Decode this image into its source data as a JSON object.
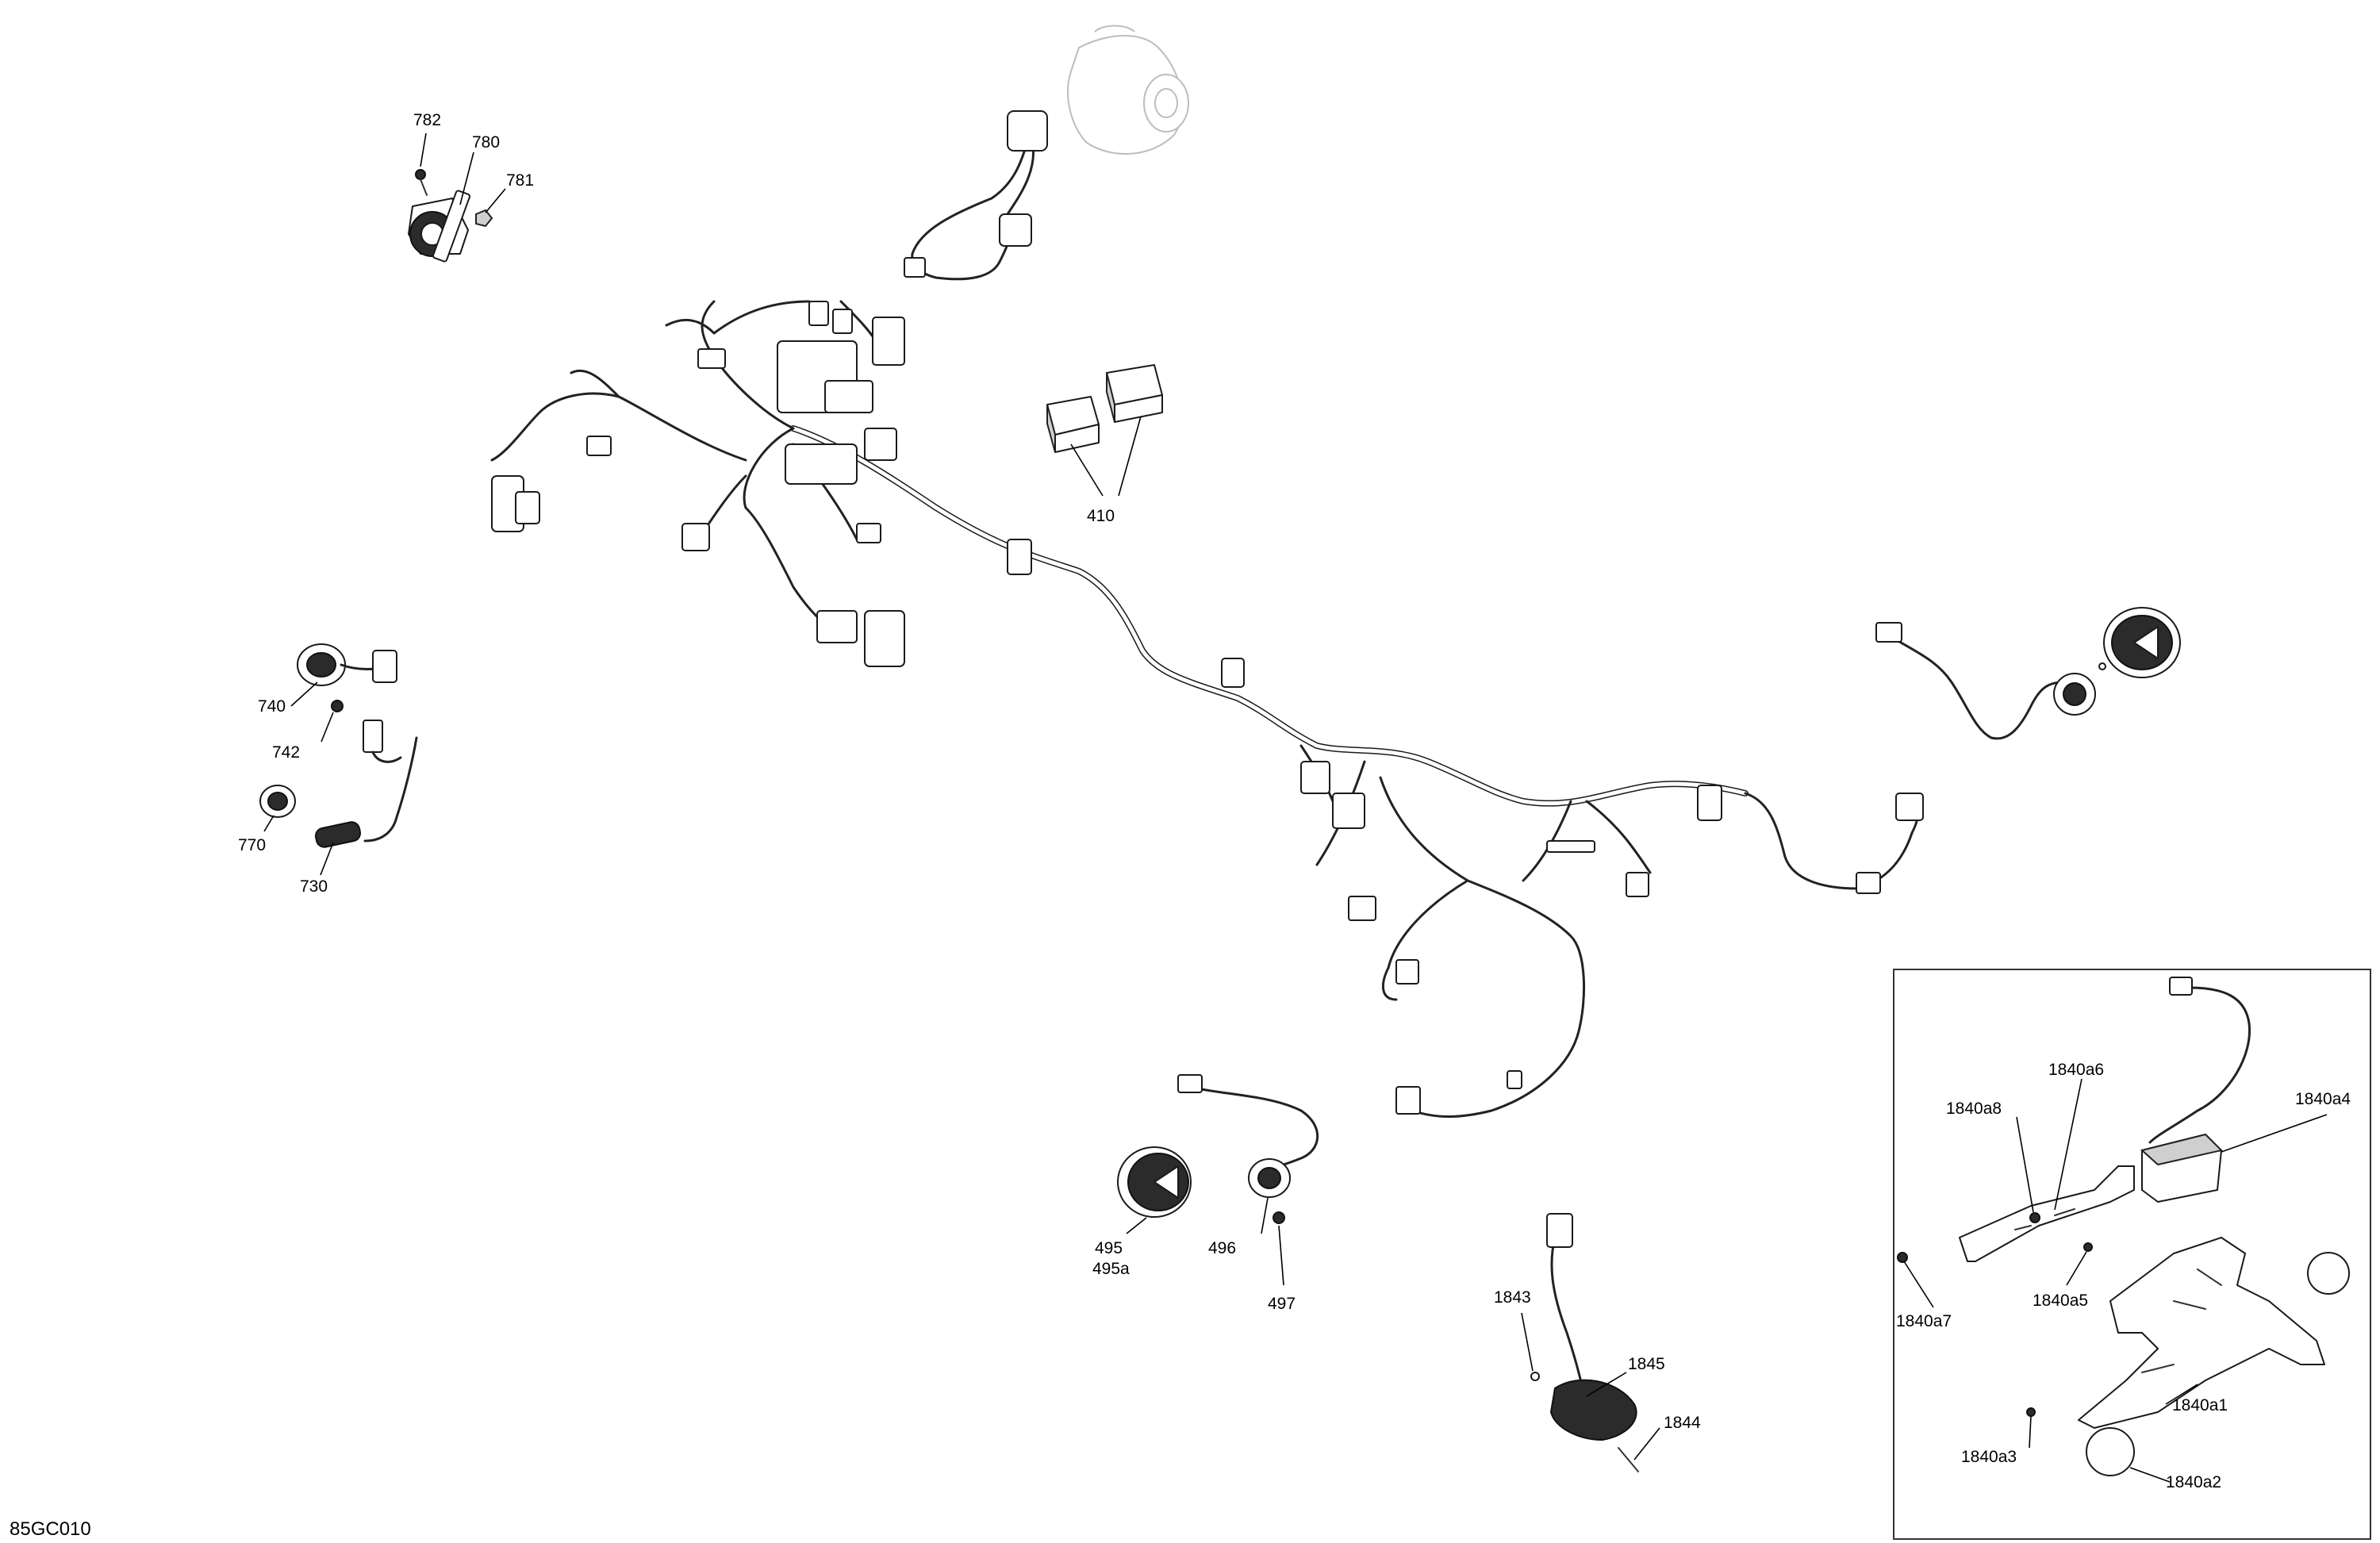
{
  "diagram_code": "85GC010",
  "callouts": {
    "c782": "782",
    "c780": "780",
    "c781": "781",
    "c410": "410",
    "c740": "740",
    "c742": "742",
    "c770": "770",
    "c730": "730",
    "c495": "495",
    "c495a": "495a",
    "c496": "496",
    "c497": "497",
    "c1843": "1843",
    "c1845": "1845",
    "c1844": "1844",
    "c1840a6": "1840a6",
    "c1840a8": "1840a8",
    "c1840a4": "1840a4",
    "c1840a7": "1840a7",
    "c1840a5": "1840a5",
    "c1840a1": "1840a1",
    "c1840a3": "1840a3",
    "c1840a2": "1840a2"
  },
  "icons": {
    "horn": "horn-icon",
    "fuse": "fuse-icon",
    "light": "light-icon",
    "connector": "connector-icon",
    "sensor": "sensor-icon",
    "bracket": "bracket-icon",
    "screw": "screw-icon",
    "harness": "wiring-harness-icon"
  }
}
